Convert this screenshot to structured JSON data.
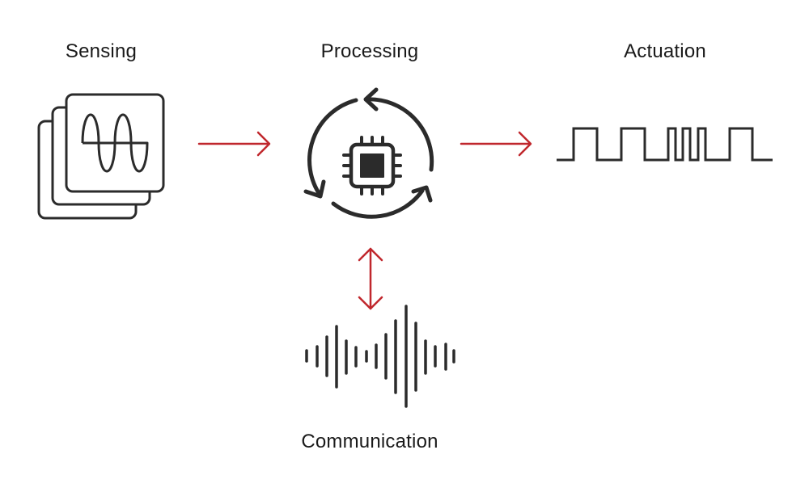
{
  "diagram": {
    "nodes": [
      {
        "id": "sensing",
        "label": "Sensing",
        "icon": "stacked-sine-wave-cards-icon"
      },
      {
        "id": "processing",
        "label": "Processing",
        "icon": "chip-cycle-icon"
      },
      {
        "id": "actuation",
        "label": "Actuation",
        "icon": "square-wave-pwm-icon"
      },
      {
        "id": "communication",
        "label": "Communication",
        "icon": "audio-waveform-icon"
      }
    ],
    "edges": [
      {
        "from": "sensing",
        "to": "processing",
        "direction": "forward"
      },
      {
        "from": "processing",
        "to": "actuation",
        "direction": "forward"
      },
      {
        "from": "processing",
        "to": "communication",
        "direction": "bidirectional"
      }
    ],
    "colors": {
      "icon_stroke": "#2b2b2b",
      "arrow": "#c0272d",
      "text": "#1a1a1a",
      "background": "#ffffff"
    }
  },
  "labels": {
    "sensing": "Sensing",
    "processing": "Processing",
    "actuation": "Actuation",
    "communication": "Communication"
  }
}
